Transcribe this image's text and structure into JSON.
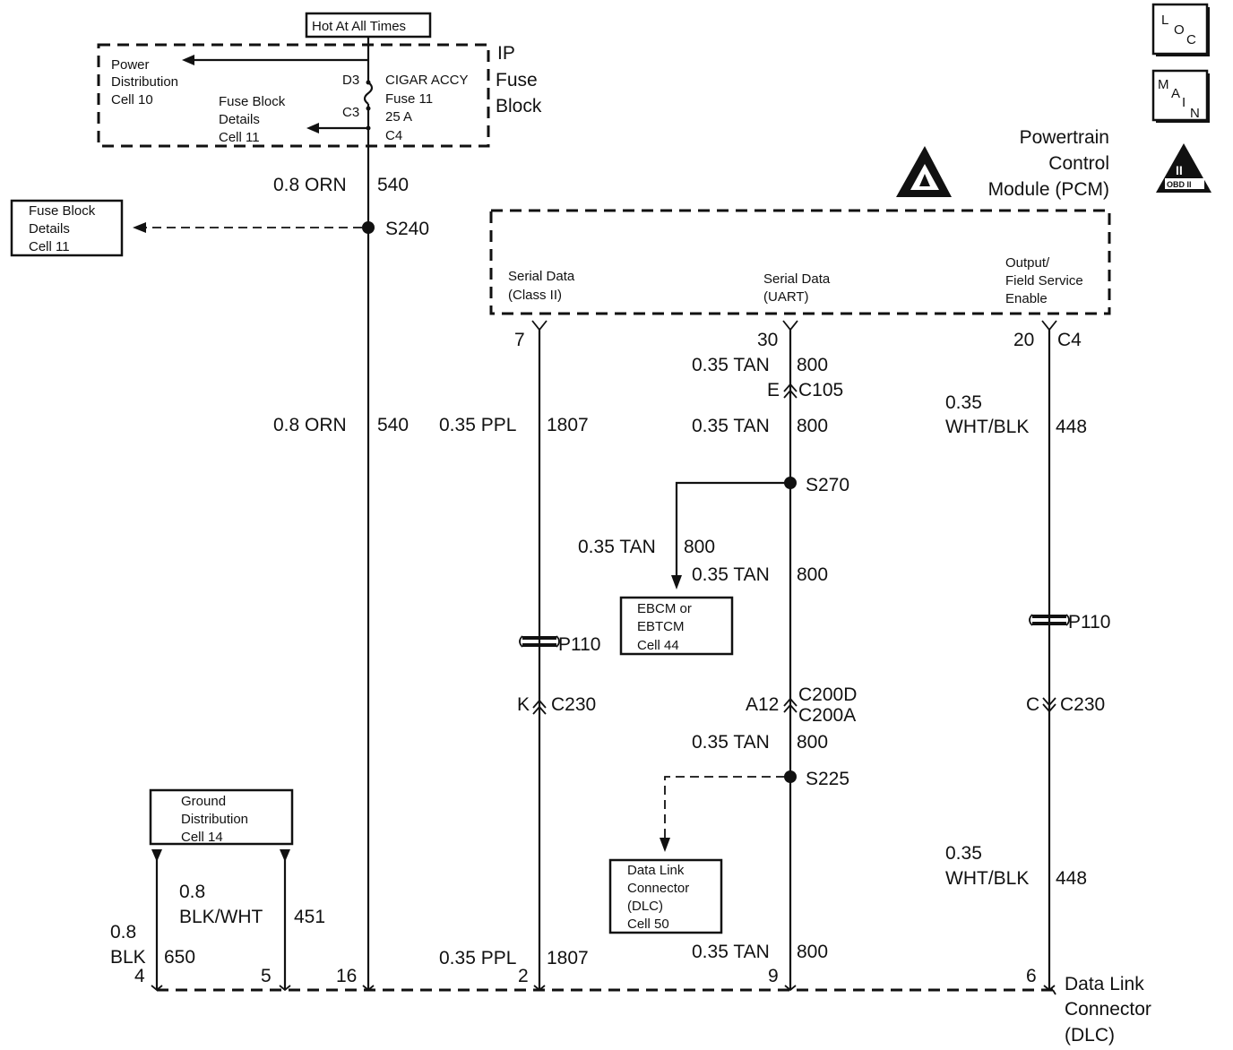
{
  "fuse_block": {
    "hot_label": "Hot At All Times",
    "title_1": "IP",
    "title_2": "Fuse",
    "title_3": "Block",
    "power_dist": [
      "Power",
      "Distribution",
      "Cell 10"
    ],
    "fuse_details": [
      "Fuse Block",
      "Details",
      "Cell 11"
    ],
    "fuse_name": [
      "CIGAR ACCY",
      "Fuse 11",
      "25 A"
    ],
    "pin_d3": "D3",
    "pin_c3": "C3",
    "pin_c4": "C4"
  },
  "pcm": {
    "title": [
      "Powertrain",
      "Control",
      "Module (PCM)"
    ],
    "serial_class2": [
      "Serial Data",
      "(Class II)"
    ],
    "serial_uart": [
      "Serial Data",
      "(UART)"
    ],
    "output_enable": [
      "Output/",
      "Field Service",
      "Enable"
    ],
    "pin_7": "7",
    "pin_30": "30",
    "pin_20": "20",
    "conn_c4": "C4"
  },
  "wires": {
    "orn_gauge": "0.8 ORN",
    "orn_circuit": "540",
    "ppl_gauge": "0.35 PPL",
    "ppl_circuit": "1807",
    "tan_gauge": "0.35 TAN",
    "tan_circuit": "800",
    "whtblk_gauge": "0.35",
    "whtblk_color": "WHT/BLK",
    "whtblk_circuit": "448",
    "blk_gauge": "0.8",
    "blk_color": "BLK",
    "blk_circuit": "650",
    "blkwht_gauge": "0.8",
    "blkwht_color": "BLK/WHT",
    "blkwht_circuit": "451"
  },
  "splices": {
    "s240": "S240",
    "s270": "S270",
    "s225": "S225"
  },
  "connectors": {
    "c105_pin": "E",
    "c105": "C105",
    "p110": "P110",
    "c230_k": "K",
    "c230": "C230",
    "c200_pin": "A12",
    "c200d": "C200D",
    "c200a": "C200A",
    "c230_c": "C"
  },
  "refs": {
    "fuse_details_left": [
      "Fuse Block",
      "Details",
      "Cell 11"
    ],
    "ebcm": [
      "EBCM or",
      "EBTCM",
      "Cell 44"
    ],
    "ground_dist": [
      "Ground",
      "Distribution",
      "Cell 14"
    ],
    "dlc_ref": [
      "Data Link",
      "Connector",
      "(DLC)",
      "Cell 50"
    ]
  },
  "dlc": {
    "pin_4": "4",
    "pin_5": "5",
    "pin_16": "16",
    "pin_2": "2",
    "pin_9": "9",
    "pin_6": "6",
    "title": [
      "Data Link",
      "Connector",
      "(DLC)"
    ]
  },
  "icons": {
    "loc": [
      "L",
      "O",
      "C"
    ],
    "main": [
      "M",
      "A",
      "I",
      "N"
    ],
    "obd": [
      "II",
      "OBD II"
    ]
  }
}
